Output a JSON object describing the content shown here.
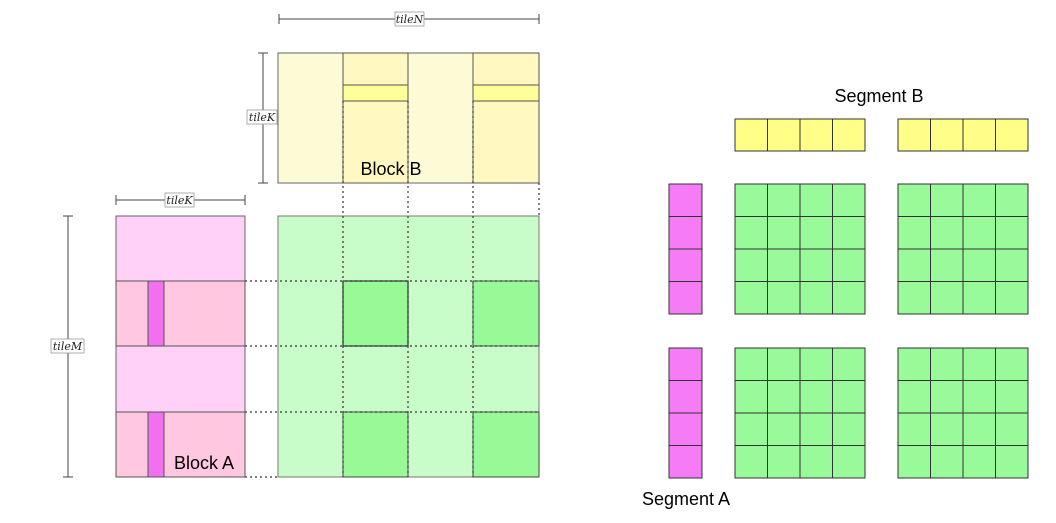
{
  "labels": {
    "tile_n": "tileN",
    "tile_k_top": "tileK",
    "tile_k_left": "tileK",
    "tile_m": "tileM",
    "block_b": "Block B",
    "block_a": "Block A",
    "segment_b": "Segment B",
    "segment_a": "Segment A"
  },
  "colors": {
    "block_b_fill": "#fdfbd5",
    "block_b_column": "#fff8c0",
    "block_b_band": "#ffff99",
    "block_a_fill": "#ffd0f8",
    "block_a_row": "#ffc8e0",
    "block_a_band": "#f070f0",
    "tile_c_light": "#c8fcc8",
    "tile_c_dark": "#97fa97",
    "segment_b_cell": "#ffff88",
    "segment_a_cell": "#f57cf5",
    "segment_c_cell": "#98fa98"
  }
}
